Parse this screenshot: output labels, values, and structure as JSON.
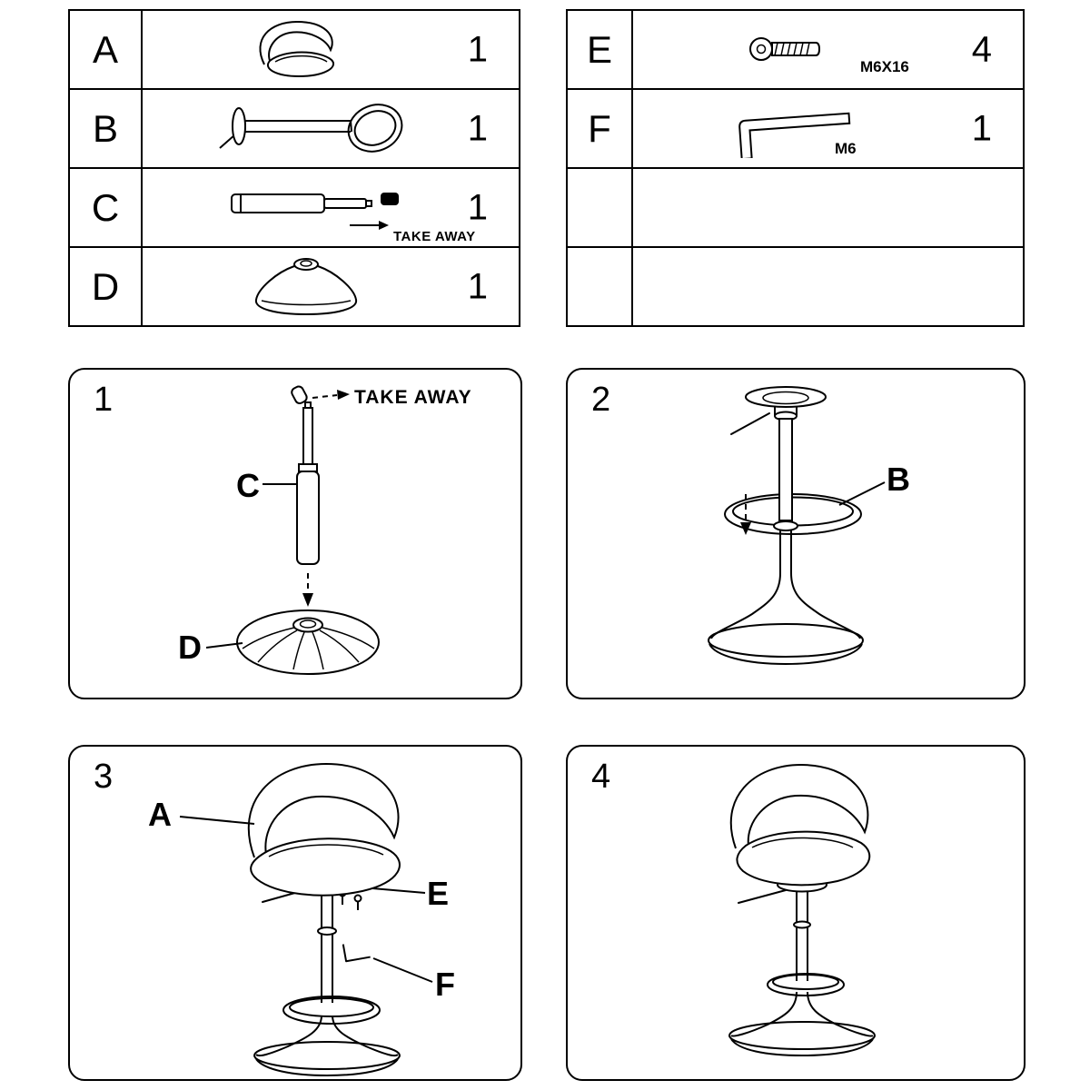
{
  "parts_left": {
    "rows": [
      {
        "id": "A",
        "qty": "1",
        "icon": "seat-part-icon"
      },
      {
        "id": "B",
        "qty": "1",
        "icon": "footrest-pole-part-icon"
      },
      {
        "id": "C",
        "qty": "1",
        "icon": "gas-lift-part-icon",
        "note": "TAKE AWAY"
      },
      {
        "id": "D",
        "qty": "1",
        "icon": "base-part-icon"
      }
    ]
  },
  "parts_right": {
    "rows": [
      {
        "id": "E",
        "qty": "4",
        "spec": "M6X16",
        "icon": "screw-part-icon"
      },
      {
        "id": "F",
        "qty": "1",
        "spec": "M6",
        "icon": "allen-key-part-icon"
      },
      {
        "id": "",
        "qty": "",
        "spec": ""
      },
      {
        "id": "",
        "qty": "",
        "spec": ""
      }
    ]
  },
  "steps": {
    "s1": {
      "number": "1",
      "note": "TAKE AWAY",
      "label_cylinder": "C",
      "label_base": "D"
    },
    "s2": {
      "number": "2",
      "label_footrest": "B"
    },
    "s3": {
      "number": "3",
      "label_seat": "A",
      "label_screws": "E",
      "label_key": "F"
    },
    "s4": {
      "number": "4"
    }
  },
  "colors": {
    "line": "#000000",
    "background": "#ffffff"
  }
}
